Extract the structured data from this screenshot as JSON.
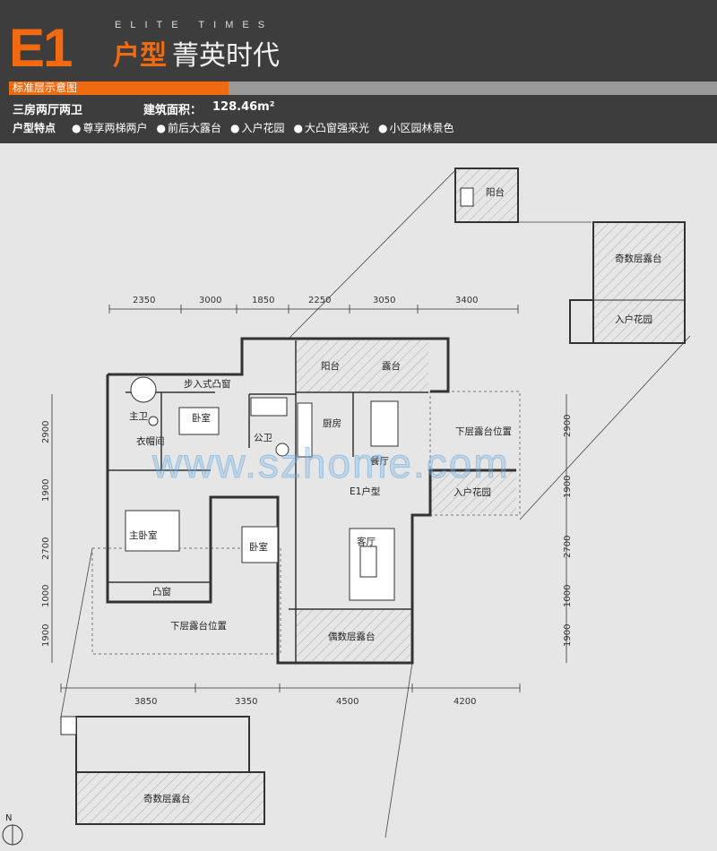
{
  "header": {
    "logo": "E1",
    "tagline": "ELITE TIMES",
    "type_label": "户型",
    "type_name": "菁英时代",
    "bar_text": "标准层示意图",
    "rooms": "三房两厅两卫",
    "area_label": "建筑面积：",
    "area_value": "128.46m²",
    "features_title": "户型特点",
    "features": [
      "尊享两梯两户",
      "前后大露台",
      "入户花园",
      "大凸窗强采光",
      "小区园林景色"
    ]
  },
  "dimensions": {
    "top": [
      "2350",
      "3000",
      "1850",
      "2250",
      "3050",
      "3400"
    ],
    "bottom": [
      "3850",
      "3350",
      "4500",
      "4200"
    ],
    "left": [
      "2900",
      "1900",
      "2700",
      "1000",
      "1900"
    ],
    "right": [
      "2900",
      "1900",
      "2700",
      "1000",
      "1900"
    ]
  },
  "rooms": {
    "balcony_top": "阳台",
    "odd_terrace_top": "奇数层露台",
    "entry_garden_top": "入户花园",
    "balcony": "阳台",
    "terrace": "露台",
    "walkin_window": "步入式凸窗",
    "master_bath": "主卫",
    "bedroom_1": "卧室",
    "closet": "衣帽间",
    "public_bath": "公卫",
    "kitchen": "厨房",
    "dining": "餐厅",
    "lower_terrace_right": "下层露台位置",
    "unit_label": "E1户型",
    "entry_garden": "入户花园",
    "master_bedroom": "主卧室",
    "bedroom_2": "卧室",
    "living": "客厅",
    "bay_window": "凸窗",
    "even_terrace": "偶数层露台",
    "lower_terrace_left": "下层露台位置",
    "odd_terrace_bottom": "奇数层露台"
  },
  "watermark": "www.szhome.com",
  "north": "N"
}
